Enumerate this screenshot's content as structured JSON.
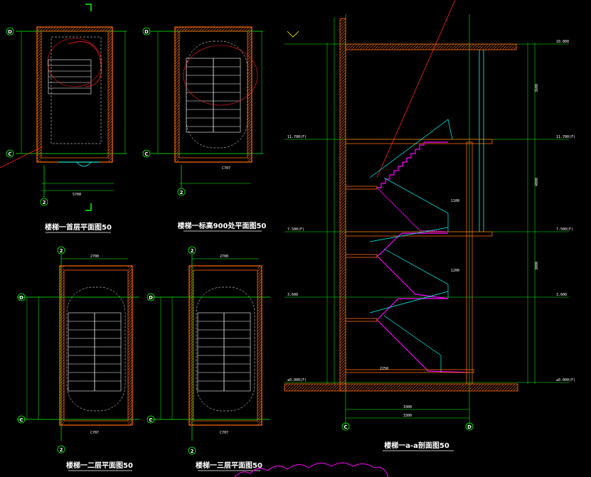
{
  "titles": {
    "plan_ground": "楼梯一首层平面图50",
    "plan_mid": "楼梯一标高900处平面图50",
    "plan_second": "楼梯一二层平面图50",
    "plan_third": "楼梯一三层平面图50",
    "section": "楼梯一a-a剖面图50"
  },
  "axes": {
    "D": "D",
    "C": "C",
    "two": "2"
  },
  "levels": {
    "roof": "10.800",
    "l3": "11.700(F)",
    "l2": "7.500(F)",
    "l1": "3.600",
    "l0": "±0.000(F)"
  },
  "dims": {
    "span_top": "2700",
    "bay": "5700",
    "section_w1": "3300",
    "section_w2": "3300",
    "h1": "4000",
    "h2": "3000",
    "h3": "3600",
    "stair_run": "2250",
    "sec1": "1100",
    "sec2": "1200",
    "c_label": "C707"
  },
  "colors": {
    "bg": "#000000",
    "wall": "#ff6a00",
    "grid": "#00ff00",
    "white": "#ffffff",
    "cyan": "#00ffff",
    "magenta": "#ff00ff",
    "red": "#ff2020",
    "yellow": "#ffff00"
  }
}
